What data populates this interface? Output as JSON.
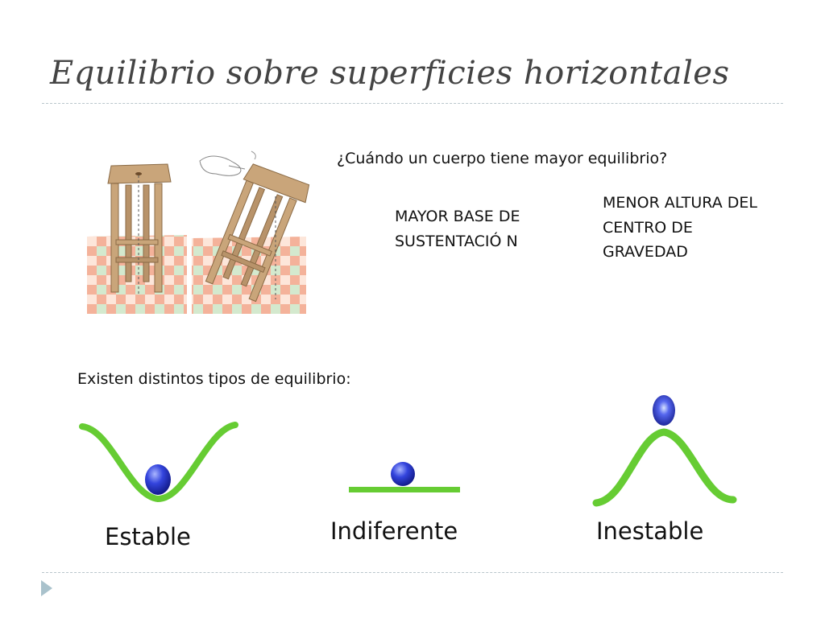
{
  "slide": {
    "title": "Equilibrio sobre superficies horizontales",
    "question": "¿Cuándo un cuerpo tiene mayor equilibrio?",
    "mayor_base": "MAYOR BASE DE SUSTENTACIÓ N",
    "menor_altura": "MENOR ALTURA DEL CENTRO DE GRAVEDAD",
    "tipos_intro": "Existen distintos tipos de equilibrio:",
    "labels": {
      "estable": "Estable",
      "indiferente": "Indiferente",
      "inestable": "Inestable"
    }
  },
  "colors": {
    "curve_green": "#66cc33",
    "ball_blue": "#2233cc",
    "title_gray": "#444444",
    "rule": "#b9c6cb",
    "nav_arrow": "#a9c2cc"
  },
  "icons": {
    "nav": "play-triangle-icon"
  }
}
